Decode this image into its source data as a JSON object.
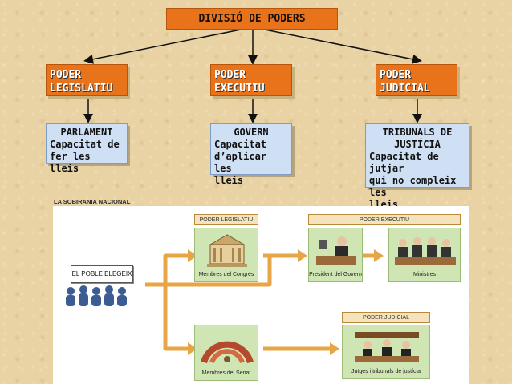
{
  "title": "DIVISIÓ DE PODERS",
  "powers": [
    {
      "label_line1": "PODER",
      "label_line2": "LEGISLATIU",
      "body_title": "PARLAMENT",
      "body_line1": "Capacitat de",
      "body_line2": "fer les lleis",
      "body_line3": ""
    },
    {
      "label_line1": "PODER",
      "label_line2": "EXECUTIU",
      "body_title": "GOVERN",
      "body_line1": "Capacitat",
      "body_line2": "d’aplicar les",
      "body_line3": "lleis"
    },
    {
      "label_line1": "PODER",
      "label_line2": "JUDICIAL",
      "body_title": "TRIBUNALS DE",
      "body_title2": "JUSTÍCIA",
      "body_line1": "Capacitat de jutjar",
      "body_line2": "qui no compleix les",
      "body_line3": "lleis"
    }
  ],
  "sovereignty": {
    "heading": "LA SOBIRANIA NACIONAL",
    "people_label": "EL POBLE ELEGEIX",
    "legislative_header": "PODER LEGISLATIU",
    "executive_header": "PODER EXECUTIU",
    "judicial_header": "PODER JUDICIAL",
    "congress_caption": "Membres del Congrés",
    "senate_caption": "Membres del Senat",
    "president_caption": "President del Govern",
    "ministers_caption": "Ministres",
    "judges_caption": "Jutges i tribunals de justícia"
  },
  "colors": {
    "orange": "#e8731a",
    "blue_box": "#cfe0f4",
    "arrow": "#e8a546",
    "scene_green": "#cfe5b4"
  }
}
